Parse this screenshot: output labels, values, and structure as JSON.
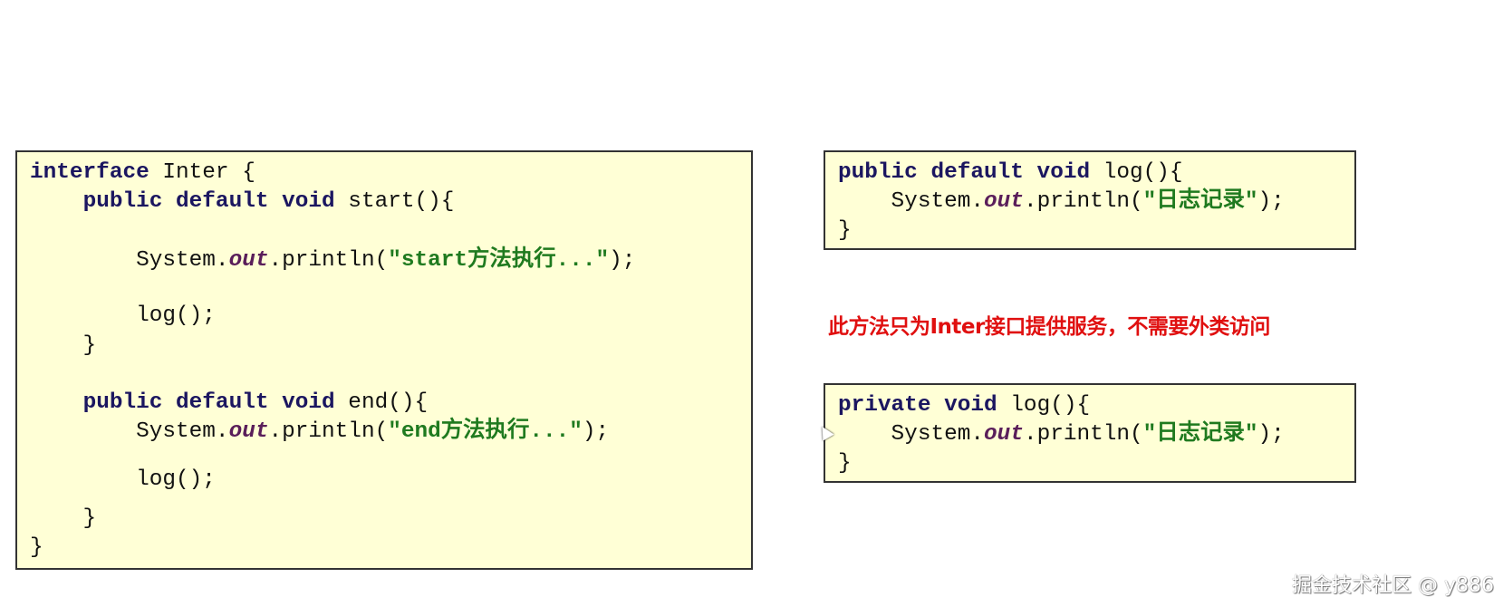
{
  "slide": {
    "note": "此方法只为Inter接口提供服务，不需要外类访问",
    "watermark": "掘金技术社区 @ y886",
    "colors": {
      "keyword": "#1b1660",
      "field": "#5a1e5a",
      "string": "#1f7a1f",
      "note": "#e01010",
      "box_bg": "#ffffd6"
    }
  },
  "code_blocks": [
    {
      "name": "interface-inter-code",
      "lines": [
        [
          {
            "t": "interface",
            "c": "kw"
          },
          {
            "t": " Inter {",
            "c": "plain"
          }
        ],
        [
          {
            "t": "    ",
            "c": "plain"
          },
          {
            "t": "public default void",
            "c": "kw"
          },
          {
            "t": " start(){",
            "c": "plain"
          }
        ],
        [
          {
            "t": "        System.",
            "c": "plain"
          },
          {
            "t": "out",
            "c": "out"
          },
          {
            "t": ".println(",
            "c": "plain"
          },
          {
            "t": "\"start方法执行...\"",
            "c": "str"
          },
          {
            "t": ");",
            "c": "plain"
          }
        ],
        [
          {
            "t": "        log();",
            "c": "plain"
          }
        ],
        [
          {
            "t": "    }",
            "c": "plain"
          }
        ],
        [
          {
            "t": "    ",
            "c": "plain"
          },
          {
            "t": "public default void",
            "c": "kw"
          },
          {
            "t": " end(){",
            "c": "plain"
          }
        ],
        [
          {
            "t": "        System.",
            "c": "plain"
          },
          {
            "t": "out",
            "c": "out"
          },
          {
            "t": ".println(",
            "c": "plain"
          },
          {
            "t": "\"end方法执行...\"",
            "c": "str"
          },
          {
            "t": ");",
            "c": "plain"
          }
        ],
        [
          {
            "t": "        log();",
            "c": "plain"
          }
        ],
        [
          {
            "t": "    }",
            "c": "plain"
          }
        ],
        [
          {
            "t": "}",
            "c": "plain"
          }
        ]
      ]
    },
    {
      "name": "default-log-code",
      "lines": [
        [
          {
            "t": "public default void",
            "c": "kw"
          },
          {
            "t": " log(){",
            "c": "plain"
          }
        ],
        [
          {
            "t": "    System.",
            "c": "plain"
          },
          {
            "t": "out",
            "c": "out"
          },
          {
            "t": ".println(",
            "c": "plain"
          },
          {
            "t": "\"日志记录\"",
            "c": "str"
          },
          {
            "t": ");",
            "c": "plain"
          }
        ],
        [
          {
            "t": "}",
            "c": "plain"
          }
        ]
      ]
    },
    {
      "name": "private-log-code",
      "lines": [
        [
          {
            "t": "private void",
            "c": "kw"
          },
          {
            "t": " log(){",
            "c": "plain"
          }
        ],
        [
          {
            "t": "    System.",
            "c": "plain"
          },
          {
            "t": "out",
            "c": "out"
          },
          {
            "t": ".println(",
            "c": "plain"
          },
          {
            "t": "\"日志记录\"",
            "c": "str"
          },
          {
            "t": ");",
            "c": "plain"
          }
        ],
        [
          {
            "t": "}",
            "c": "plain"
          }
        ]
      ]
    }
  ]
}
